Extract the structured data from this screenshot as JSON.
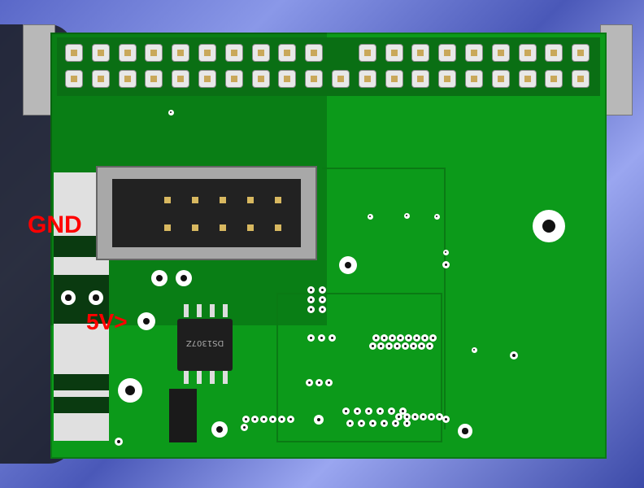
{
  "labels": {
    "gnd": "GND",
    "five_v": "5V>"
  },
  "chip": {
    "marking": "DS1307Z"
  },
  "colors": {
    "board": "#0c9a1a",
    "background": "#6a78d8",
    "label": "#ff0000"
  },
  "header": {
    "rows": 2,
    "pins_per_row": 20
  },
  "idc_connector": {
    "rows": 2,
    "pins_per_row": 5
  }
}
